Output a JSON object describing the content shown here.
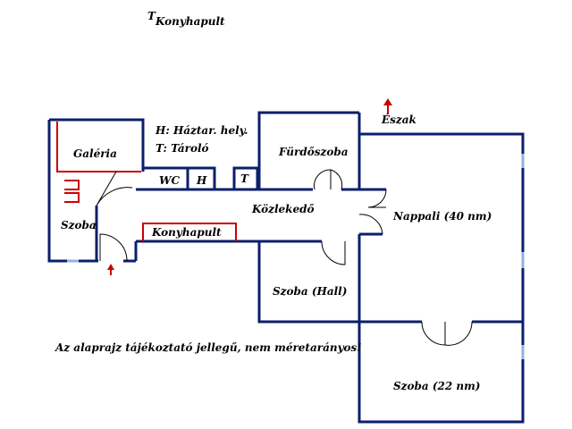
{
  "header": {
    "mark": "T",
    "title": "Konyhapult"
  },
  "legend": {
    "household": "H: Háztar. hely.",
    "storage": "T: Tároló"
  },
  "compass": {
    "north": "Észak"
  },
  "rooms": {
    "galeria": "Galéria",
    "szoba_left": "Szoba",
    "wc": "WC",
    "h": "H",
    "t": "T",
    "furdoszoba": "Fürdőszoba",
    "kozlekedo": "Közlekedő",
    "konyhapult": "Konyhapult",
    "nappali": "Nappali (40 nm)",
    "szoba_hall": "Szoba (Hall)",
    "szoba_22": "Szoba (22 nm)"
  },
  "note": "Az alaprajz tájékoztató jellegű, nem méretarányos!",
  "colors": {
    "wall": "#0b1f6b",
    "accent_red": "#cc0000",
    "window": "#8fb4e0",
    "text": "#000000"
  }
}
